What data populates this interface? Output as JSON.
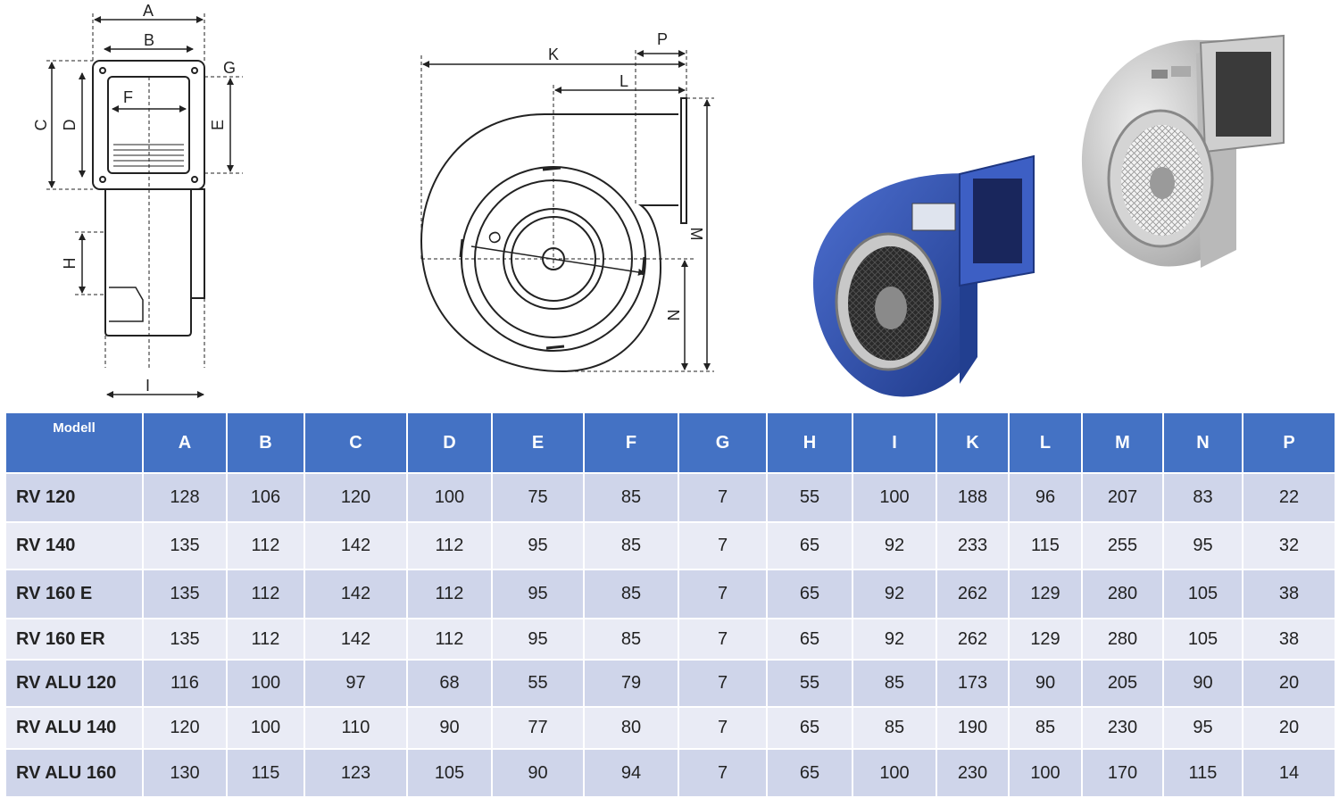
{
  "diagram": {
    "front_view_labels": [
      "A",
      "B",
      "C",
      "D",
      "E",
      "F",
      "G",
      "H",
      "I"
    ],
    "side_view_labels": [
      "K",
      "P",
      "L",
      "M",
      "N",
      "O"
    ]
  },
  "photos": [
    "blue-blower-photo",
    "aluminium-blower-photo"
  ],
  "table": {
    "columns": [
      "Modell",
      "A",
      "B",
      "C",
      "D",
      "E",
      "F",
      "G",
      "H",
      "I",
      "K",
      "L",
      "M",
      "N",
      "P"
    ],
    "rows": [
      [
        "RV 120",
        "128",
        "106",
        "120",
        "100",
        "75",
        "85",
        "7",
        "55",
        "100",
        "188",
        "96",
        "207",
        "83",
        "22"
      ],
      [
        "RV 140",
        "135",
        "112",
        "142",
        "112",
        "95",
        "85",
        "7",
        "65",
        "92",
        "233",
        "115",
        "255",
        "95",
        "32"
      ],
      [
        "RV 160 E",
        "135",
        "112",
        "142",
        "112",
        "95",
        "85",
        "7",
        "65",
        "92",
        "262",
        "129",
        "280",
        "105",
        "38"
      ],
      [
        "RV 160 ER",
        "135",
        "112",
        "142",
        "112",
        "95",
        "85",
        "7",
        "65",
        "92",
        "262",
        "129",
        "280",
        "105",
        "38"
      ],
      [
        "RV ALU 120",
        "116",
        "100",
        "97",
        "68",
        "55",
        "79",
        "7",
        "55",
        "85",
        "173",
        "90",
        "205",
        "90",
        "20"
      ],
      [
        "RV ALU 140",
        "120",
        "100",
        "110",
        "90",
        "77",
        "80",
        "7",
        "65",
        "85",
        "190",
        "85",
        "230",
        "95",
        "20"
      ],
      [
        "RV ALU 160",
        "130",
        "115",
        "123",
        "105",
        "90",
        "94",
        "7",
        "65",
        "100",
        "230",
        "100",
        "170",
        "115",
        "14"
      ]
    ]
  }
}
